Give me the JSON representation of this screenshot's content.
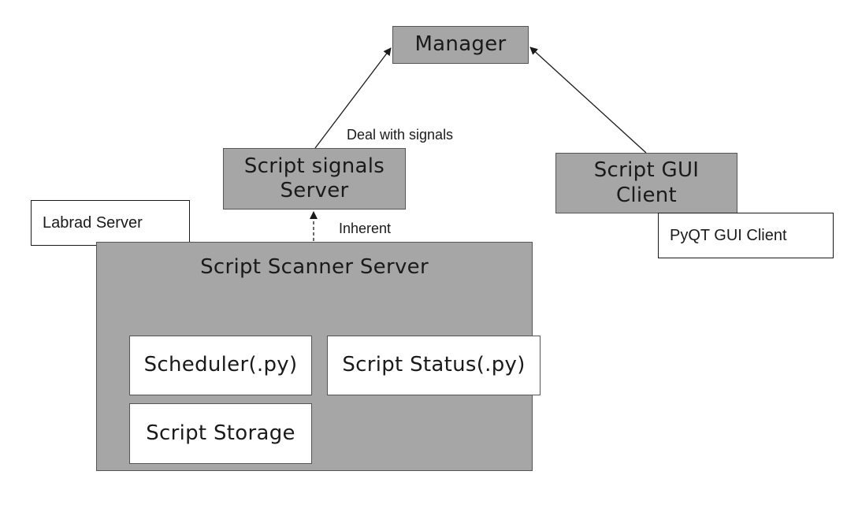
{
  "nodes": {
    "manager": "Manager",
    "script_signals_server": "Script signals\nServer",
    "script_gui_client": "Script GUI\nClient",
    "labrad_server": "Labrad Server",
    "pyqt_gui_client": "PyQT GUI Client",
    "script_scanner_server": "Script Scanner Server",
    "scheduler": "Scheduler(.py)",
    "script_status": "Script Status(.py)",
    "script_storage": "Script Storage"
  },
  "edge_labels": {
    "signals_to_manager": "Deal with signals",
    "scanner_to_signals": "Inherent"
  },
  "colors": {
    "grey_fill": "#a6a6a6",
    "white_fill": "#ffffff",
    "line": "#1a1a1a"
  }
}
